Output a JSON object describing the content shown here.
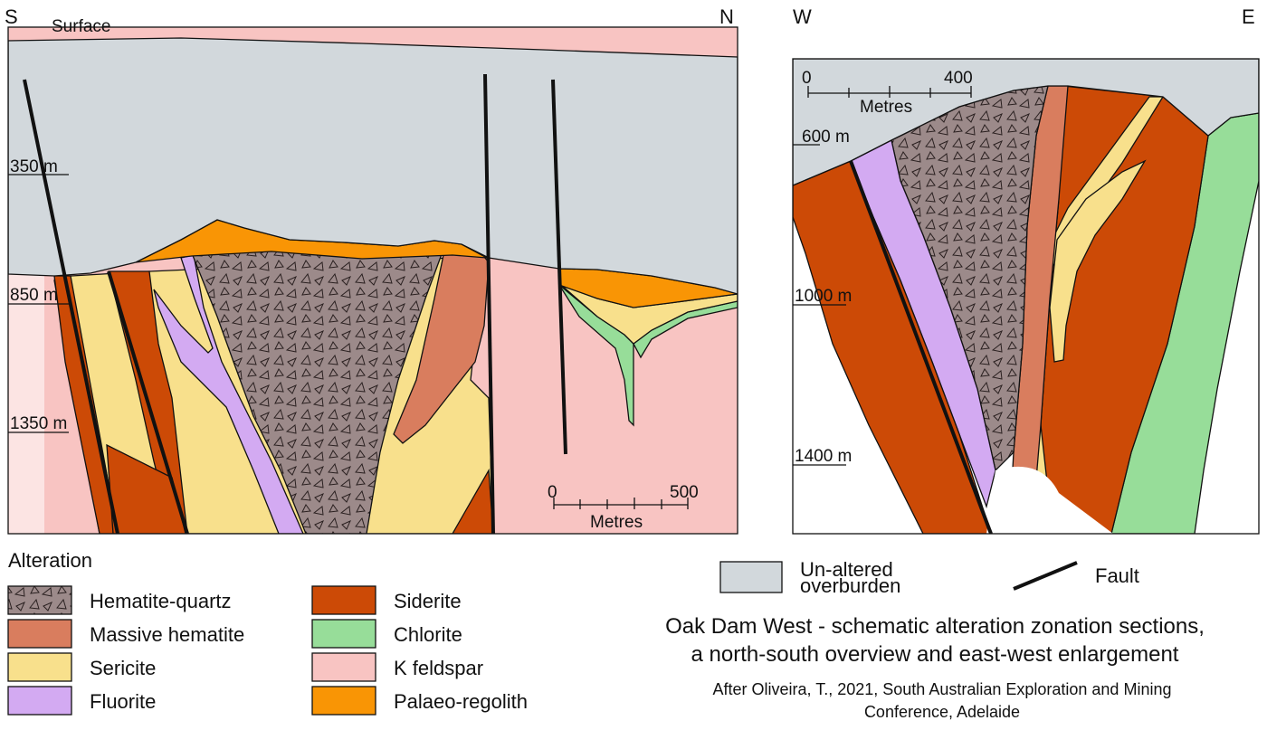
{
  "ns_section": {
    "corner_left": "S",
    "corner_right": "N",
    "surface_label": "Surface",
    "depths": [
      "350 m",
      "850 m",
      "1350 m"
    ],
    "scale": {
      "start": "0",
      "end": "500",
      "unit": "Metres"
    }
  },
  "ew_section": {
    "corner_left": "W",
    "corner_right": "E",
    "depths": [
      "600 m",
      "1000 m",
      "1400 m"
    ],
    "scale": {
      "start": "0",
      "end": "400",
      "unit": "Metres"
    }
  },
  "legend": {
    "heading": "Alteration",
    "items": [
      {
        "label": "Hematite-quartz",
        "color": "#9c8a8a"
      },
      {
        "label": "Massive hematite",
        "color": "#d97d5e"
      },
      {
        "label": "Sericite",
        "color": "#f8e08c"
      },
      {
        "label": "Fluorite",
        "color": "#d3aaf2"
      },
      {
        "label": "Siderite",
        "color": "#cc4a06"
      },
      {
        "label": "Chlorite",
        "color": "#97dd99"
      },
      {
        "label": "K feldspar",
        "color": "#f8c4c2"
      },
      {
        "label": "Palaeo-regolith",
        "color": "#f99505"
      }
    ],
    "overburden_line1": "Un-altered",
    "overburden_line2": "overburden",
    "overburden_color": "#d2d8dc",
    "fault_label": "Fault"
  },
  "caption": {
    "title_line1": "Oak Dam West - schematic alteration zonation sections,",
    "title_line2": "a north-south overview and east-west enlargement",
    "source_line1": "After Oliveira, T., 2021, South Australian Exploration and Mining",
    "source_line2": "Conference, Adelaide"
  }
}
